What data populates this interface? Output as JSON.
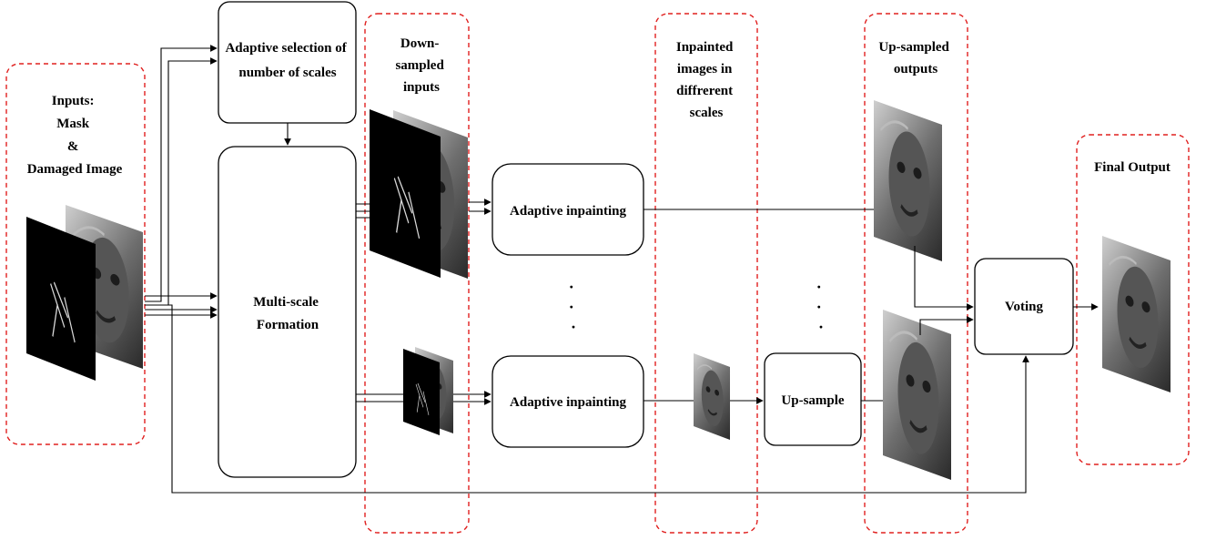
{
  "groups": {
    "inputs": [
      "Inputs:",
      "Mask",
      "&",
      "Damaged Image"
    ],
    "downsampled": [
      "Down-",
      "sampled",
      "inputs"
    ],
    "inpainted": [
      "Inpainted",
      "images in",
      "diffrerent",
      "scales"
    ],
    "upsampled": [
      "Up-sampled",
      "outputs"
    ],
    "final": [
      "Final Output"
    ]
  },
  "blocks": {
    "adaptive_selection": [
      "Adaptive selection of",
      "number of scales"
    ],
    "multiscale": [
      "Multi-scale",
      "Formation"
    ],
    "inpaint_top": "Adaptive inpainting",
    "inpaint_bottom": "Adaptive inpainting",
    "upsample": "Up-sample",
    "voting": "Voting"
  },
  "ellipsis": {
    "mid": [
      "·",
      "·",
      "·"
    ],
    "right": [
      "·",
      "·",
      "·"
    ]
  },
  "colors": {
    "dashed_outline": "#e0201f",
    "mask_background": "#000000",
    "image_gray": "#8a8a8a"
  },
  "icons": [
    "mask-icon",
    "face-image-icon"
  ]
}
